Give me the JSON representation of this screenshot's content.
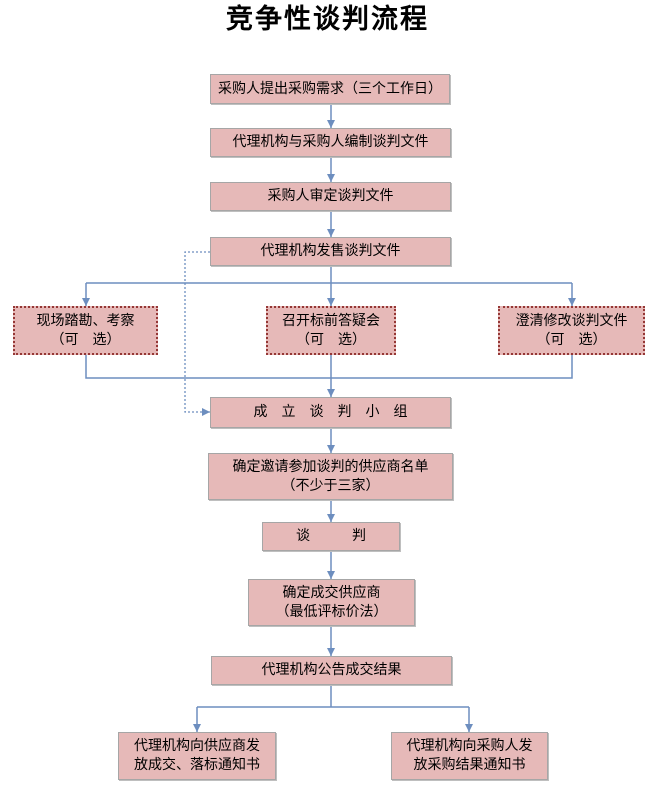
{
  "title": "竞争性谈判流程",
  "steps": {
    "request": "采购人提出采购需求（三个工作日）",
    "prepare": "代理机构与采购人编制谈判文件",
    "approve": "采购人审定谈判文件",
    "sell": "代理机构发售谈判文件",
    "optional": [
      {
        "line1": "现场踏勘、考察",
        "line2": "（可　选）"
      },
      {
        "line1": "召开标前答疑会",
        "line2": "（可　选）"
      },
      {
        "line1": "澄清修改谈判文件",
        "line2": "（可　选）"
      }
    ],
    "panel": "成　立　谈　判　小　组",
    "invite": {
      "line1": "确定邀请参加谈判的供应商名单",
      "line2": "（不少于三家）"
    },
    "negotiate": "谈　　　判",
    "select": {
      "line1": "确定成交供应商",
      "line2": "（最低评标价法）"
    },
    "announce": "代理机构公告成交结果",
    "notify": [
      {
        "line1": "代理机构向供应商发",
        "line2": "放成交、落标通知书"
      },
      {
        "line1": "代理机构向采购人发",
        "line2": "放采购结果通知书"
      }
    ]
  },
  "colors": {
    "box_fill": "#e6b9b8",
    "box_border": "#a6a6a6",
    "optional_border": "#953735",
    "connector": "#6d8ebf"
  }
}
